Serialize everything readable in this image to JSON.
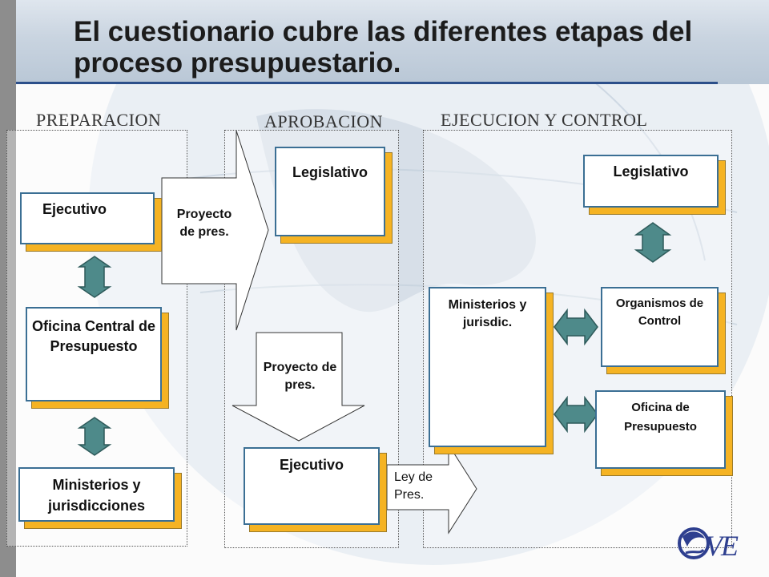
{
  "title": "El cuestionario cubre las diferentes etapas del proceso presupuestario.",
  "phases": {
    "preparacion": "PREPARACION",
    "aprobacion": "APROBACION",
    "ejecucion": "EJECUCION Y CONTROL"
  },
  "boxes": {
    "prep_ejecutivo": "Ejecutivo",
    "prep_ocp": "Oficina Central de Presupuesto",
    "prep_ministerios": "Ministerios y jurisdicciones",
    "apr_legislativo": "Legislativo",
    "apr_ejecutivo": "Ejecutivo",
    "ejc_legislativo": "Legislativo",
    "ejc_ministerios": "Ministerios y jurisdic.",
    "ejc_organismos": "Organismos de Control",
    "ejc_oficina": "Oficina de Presupuesto"
  },
  "arrows": {
    "proyecto_1": "Proyecto de pres.",
    "proyecto_2": "Proyecto de pres.",
    "ley": "Ley de Pres."
  },
  "logo": {
    "text": "OVE",
    "icon": "globe-logo-icon"
  },
  "colors": {
    "box_border": "#3b6f94",
    "box_shadow": "#f5b323",
    "double_arrow": "#4e8a8a",
    "title_rule": "#2c4f8a"
  }
}
